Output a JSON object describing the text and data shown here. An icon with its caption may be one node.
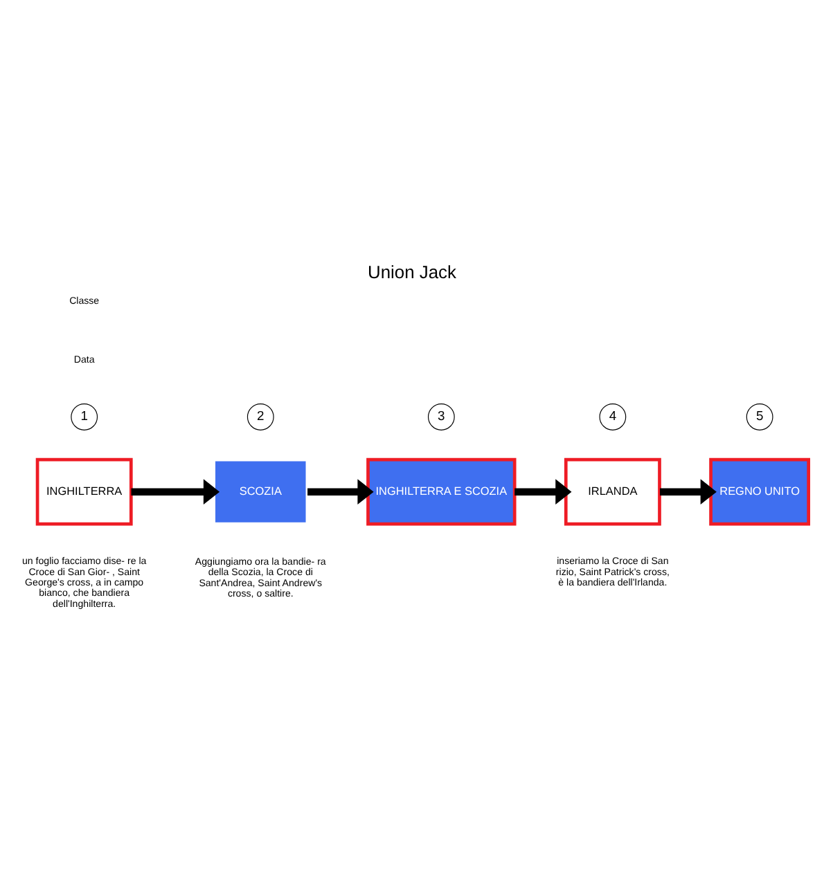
{
  "diagram": {
    "title": "Union Jack",
    "nodes": [
      {
        "text": [
          "INGHILTERRA"
        ],
        "beside": [
          "1"
        ]
      },
      {
        "text": [
          "SCOZIA"
        ],
        "beside": [
          "2"
        ]
      },
      {
        "text": [
          "INGHILTERRA E SCOZIA"
        ],
        "beside": [
          "3"
        ]
      },
      {
        "text": [
          "IRLANDA"
        ],
        "beside": [
          "4"
        ]
      },
      {
        "text": [
          "REGNO UNITO"
        ],
        "beside": [
          "5"
        ]
      }
    ],
    "edges": [
      {
        "from": 0,
        "to": 1,
        "arrow": "to"
      },
      {
        "from": 1,
        "to": 2,
        "arrow": "to"
      },
      {
        "from": 2,
        "to": 3,
        "arrow": "to"
      },
      {
        "from": 3,
        "to": 4,
        "arrow": "to"
      }
    ],
    "labels": [
      "Classe",
      "Data",
      "un foglio facciamo dise- re la Croce di San Gior- , Saint George's cross, a in campo bianco, che bandiera dell'Inghilterra.",
      "Aggiungiamo ora la bandie- ra della Scozia, la Croce di Sant'Andrea, Saint Andrew's cross, o saltire.",
      "inseriamo la Croce di San rizio, Saint Patrick's cross, è la bandiera dell'Irlanda."
    ]
  }
}
